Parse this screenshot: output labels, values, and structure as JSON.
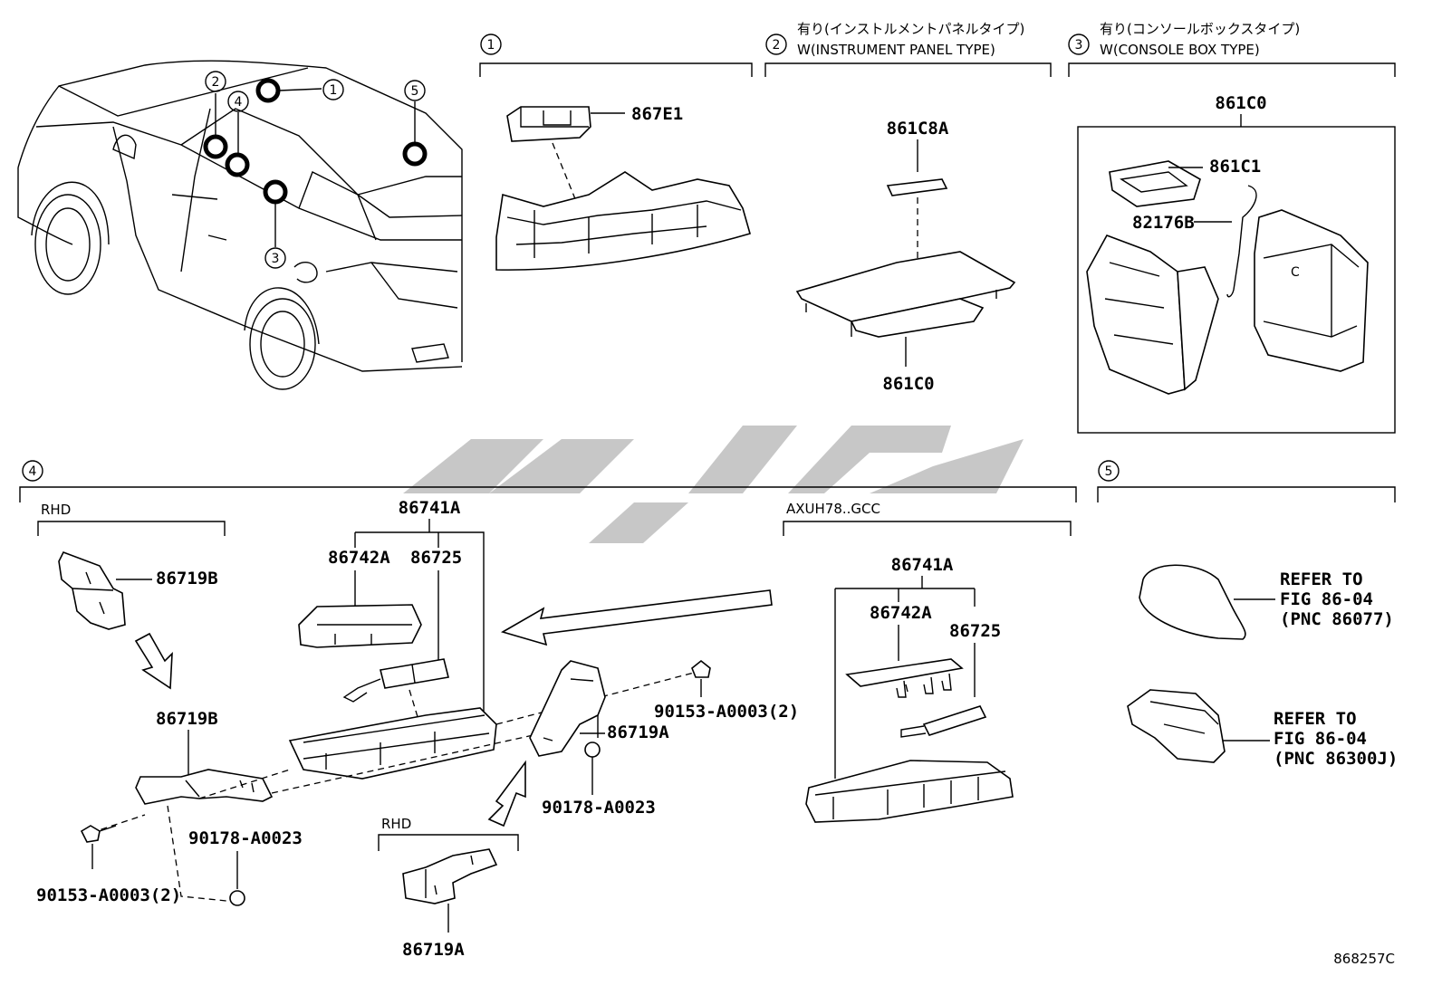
{
  "sections": {
    "s1": {
      "num": "1"
    },
    "s2": {
      "num": "2",
      "note_jp": "有り(インストルメントパネルタイプ)",
      "note_en": "W(INSTRUMENT PANEL TYPE)"
    },
    "s3": {
      "num": "3",
      "note_jp": "有り(コンソールボックスタイプ)",
      "note_en": "W(CONSOLE BOX TYPE)"
    },
    "s4": {
      "num": "4"
    },
    "s5": {
      "num": "5"
    }
  },
  "vehicle_callouts": [
    "1",
    "2",
    "3",
    "4",
    "5"
  ],
  "parts": {
    "p867E1": "867E1",
    "p861C8A": "861C8A",
    "p861C0_a": "861C0",
    "p861C0_b": "861C0",
    "p861C1": "861C1",
    "p82176B": "82176B",
    "p86741A_a": "86741A",
    "p86742A_a": "86742A",
    "p86725_a": "86725",
    "p86719B_a": "86719B",
    "p86719B_b": "86719B",
    "p90178_a": "90178-A0023",
    "p90153_a": "90153-A0003(2)",
    "p90153_b": "90153-A0003(2)",
    "p86719A_a": "86719A",
    "p90178_b": "90178-A0023",
    "p86719A_b": "86719A",
    "p86741A_b": "86741A",
    "p86742A_b": "86742A",
    "p86725_b": "86725"
  },
  "subgroups": {
    "rhd_a": "RHD",
    "rhd_b": "RHD",
    "axuh": "AXUH78..GCC"
  },
  "refer": {
    "r1": [
      "REFER TO",
      "FIG 86-04",
      "(PNC 86077)"
    ],
    "r2": [
      "REFER TO",
      "FIG 86-04",
      "(PNC 86300J)"
    ]
  },
  "figure_id": "868257C",
  "icons": {
    "section_marker": "circled-number-icon",
    "location_marker": "ring-marker-icon",
    "flow_arrow": "arrow-icon"
  },
  "colors": {
    "line": "#000000",
    "background": "#ffffff",
    "watermark": "#b4b4b4"
  }
}
